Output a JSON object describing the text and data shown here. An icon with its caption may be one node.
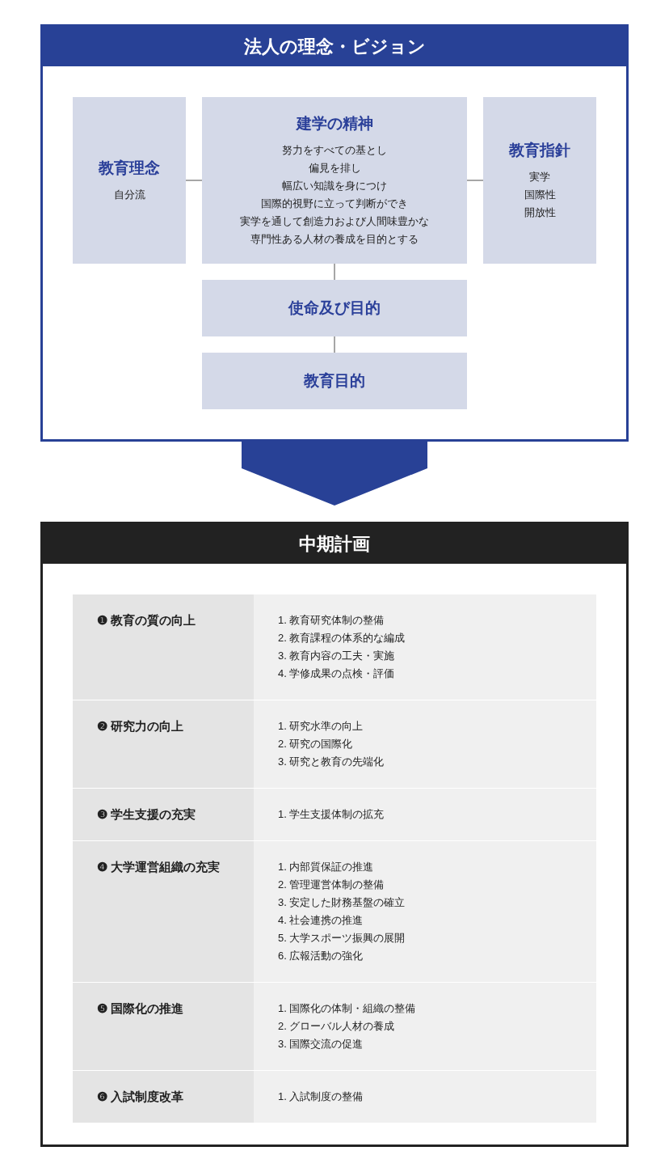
{
  "diagram": {
    "nodes": [
      {
        "text": [
          "法人の理念・ビジョン"
        ]
      },
      {
        "text": [
          "教育理念",
          "自分流"
        ],
        "in": 0
      },
      {
        "text": [
          "建学の精神",
          "努力をすべての基とし",
          "偏見を排し",
          "幅広い知識を身につけ",
          "国際的視野に立って判断ができ",
          "実学を通して創造力および人間味豊かな",
          "専門性ある人材の養成を目的とする"
        ],
        "in": 0
      },
      {
        "text": [
          "教育指針",
          "実学",
          "国際性",
          "開放性"
        ],
        "in": 0
      },
      {
        "text": [
          "使命及び目的"
        ],
        "in": 0
      },
      {
        "text": [
          "教育目的"
        ],
        "in": 0
      },
      {
        "text": [
          "中期計画"
        ]
      },
      {
        "text": [
          "❶ 教育の質の向上",
          "1. 教育研究体制の整備",
          "2. 教育課程の体系的な編成",
          "3. 教育内容の工夫・実施",
          "4. 学修成果の点検・評価"
        ],
        "in": 6
      },
      {
        "text": [
          "❷ 研究力の向上",
          "1. 研究水準の向上",
          "2. 研究の国際化",
          "3. 研究と教育の先端化"
        ],
        "in": 6
      },
      {
        "text": [
          "❸ 学生支援の充実",
          "1. 学生支援体制の拡充"
        ],
        "in": 6
      },
      {
        "text": [
          "❹ 大学運営組織の充実",
          "1. 内部質保証の推進",
          "2. 管理運営体制の整備",
          "3. 安定した財務基盤の確立",
          "4. 社会連携の推進",
          "5. 大学スポーツ振興の展開",
          "6. 広報活動の強化"
        ],
        "in": 6
      },
      {
        "text": [
          "❺ 国際化の推進",
          "1. 国際化の体制・組織の整備",
          "2. グローバル人材の養成",
          "3. 国際交流の促進"
        ],
        "in": 6
      },
      {
        "text": [
          "❻ 入試制度改革",
          "1. 入試制度の整備"
        ],
        "in": 6
      }
    ],
    "edges": [
      {
        "from": 1,
        "to": 2,
        "arrow": "none"
      },
      {
        "from": 2,
        "to": 3,
        "arrow": "none"
      },
      {
        "from": 2,
        "to": 4,
        "arrow": "none"
      },
      {
        "from": 4,
        "to": 5,
        "arrow": "none"
      },
      {
        "from": 0,
        "to": 6,
        "arrow": "to",
        "style": "thick",
        "color": "#284196"
      }
    ]
  }
}
